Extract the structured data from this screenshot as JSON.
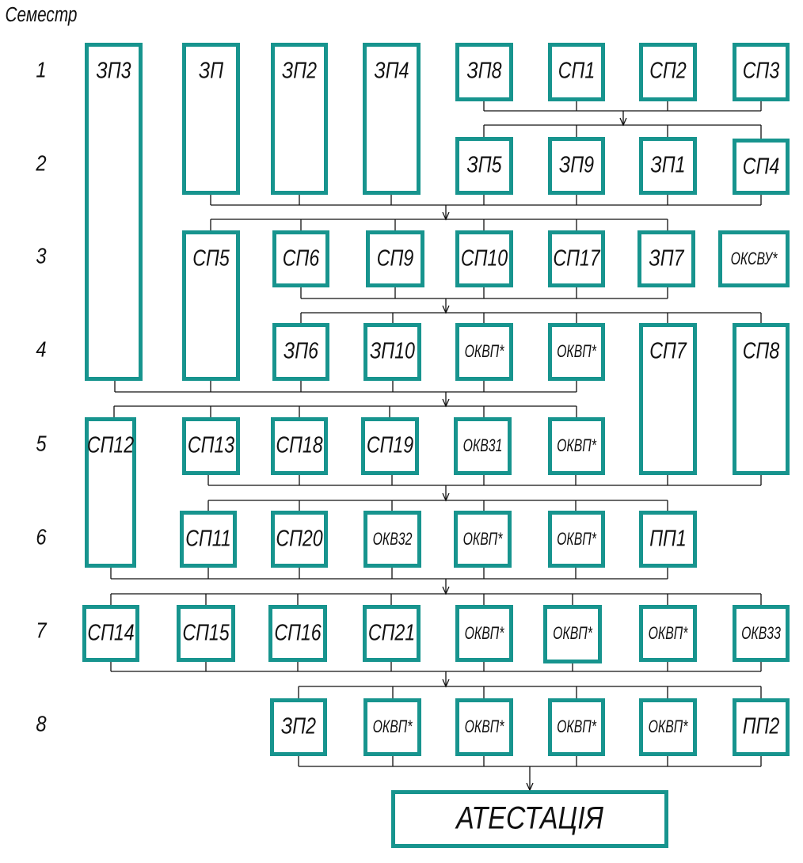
{
  "semester_header": "Семестр",
  "semesters": [
    "1",
    "2",
    "3",
    "4",
    "5",
    "6",
    "7",
    "8"
  ],
  "rows": [
    {
      "boxes": [
        "ЗП3",
        "ЗП",
        "ЗП2",
        "ЗП4",
        "ЗП8",
        "СП1",
        "СП2",
        "СП3"
      ]
    },
    {
      "boxes": [
        "ЗП5",
        "ЗП9",
        "ЗП1",
        "СП4"
      ]
    },
    {
      "boxes": [
        "СП5",
        "СП6",
        "СП9",
        "СП10",
        "СП17",
        "ЗП7",
        "ОКСВУ*"
      ]
    },
    {
      "boxes": [
        "ЗП6",
        "ЗП10",
        "ОКВП*",
        "ОКВП*",
        "СП7",
        "СП8"
      ]
    },
    {
      "boxes": [
        "СП12",
        "СП13",
        "СП18",
        "СП19",
        "ОКВ31",
        "ОКВП*"
      ]
    },
    {
      "boxes": [
        "СП11",
        "СП20",
        "ОКВ32",
        "ОКВП*",
        "ОКВП*",
        "ПП1"
      ]
    },
    {
      "boxes": [
        "СП14",
        "СП15",
        "СП16",
        "СП21",
        "ОКВП*",
        "ОКВП*",
        "ОКВП*",
        "ОКВ33"
      ]
    },
    {
      "boxes": [
        "ЗП2",
        "ОКВП*",
        "ОКВП*",
        "ОКВП*",
        "ОКВП*",
        "ПП2"
      ]
    }
  ],
  "final": "АТЕСТАЦІЯ",
  "colors": {
    "box_border": "#17948e",
    "line": "#111111"
  }
}
